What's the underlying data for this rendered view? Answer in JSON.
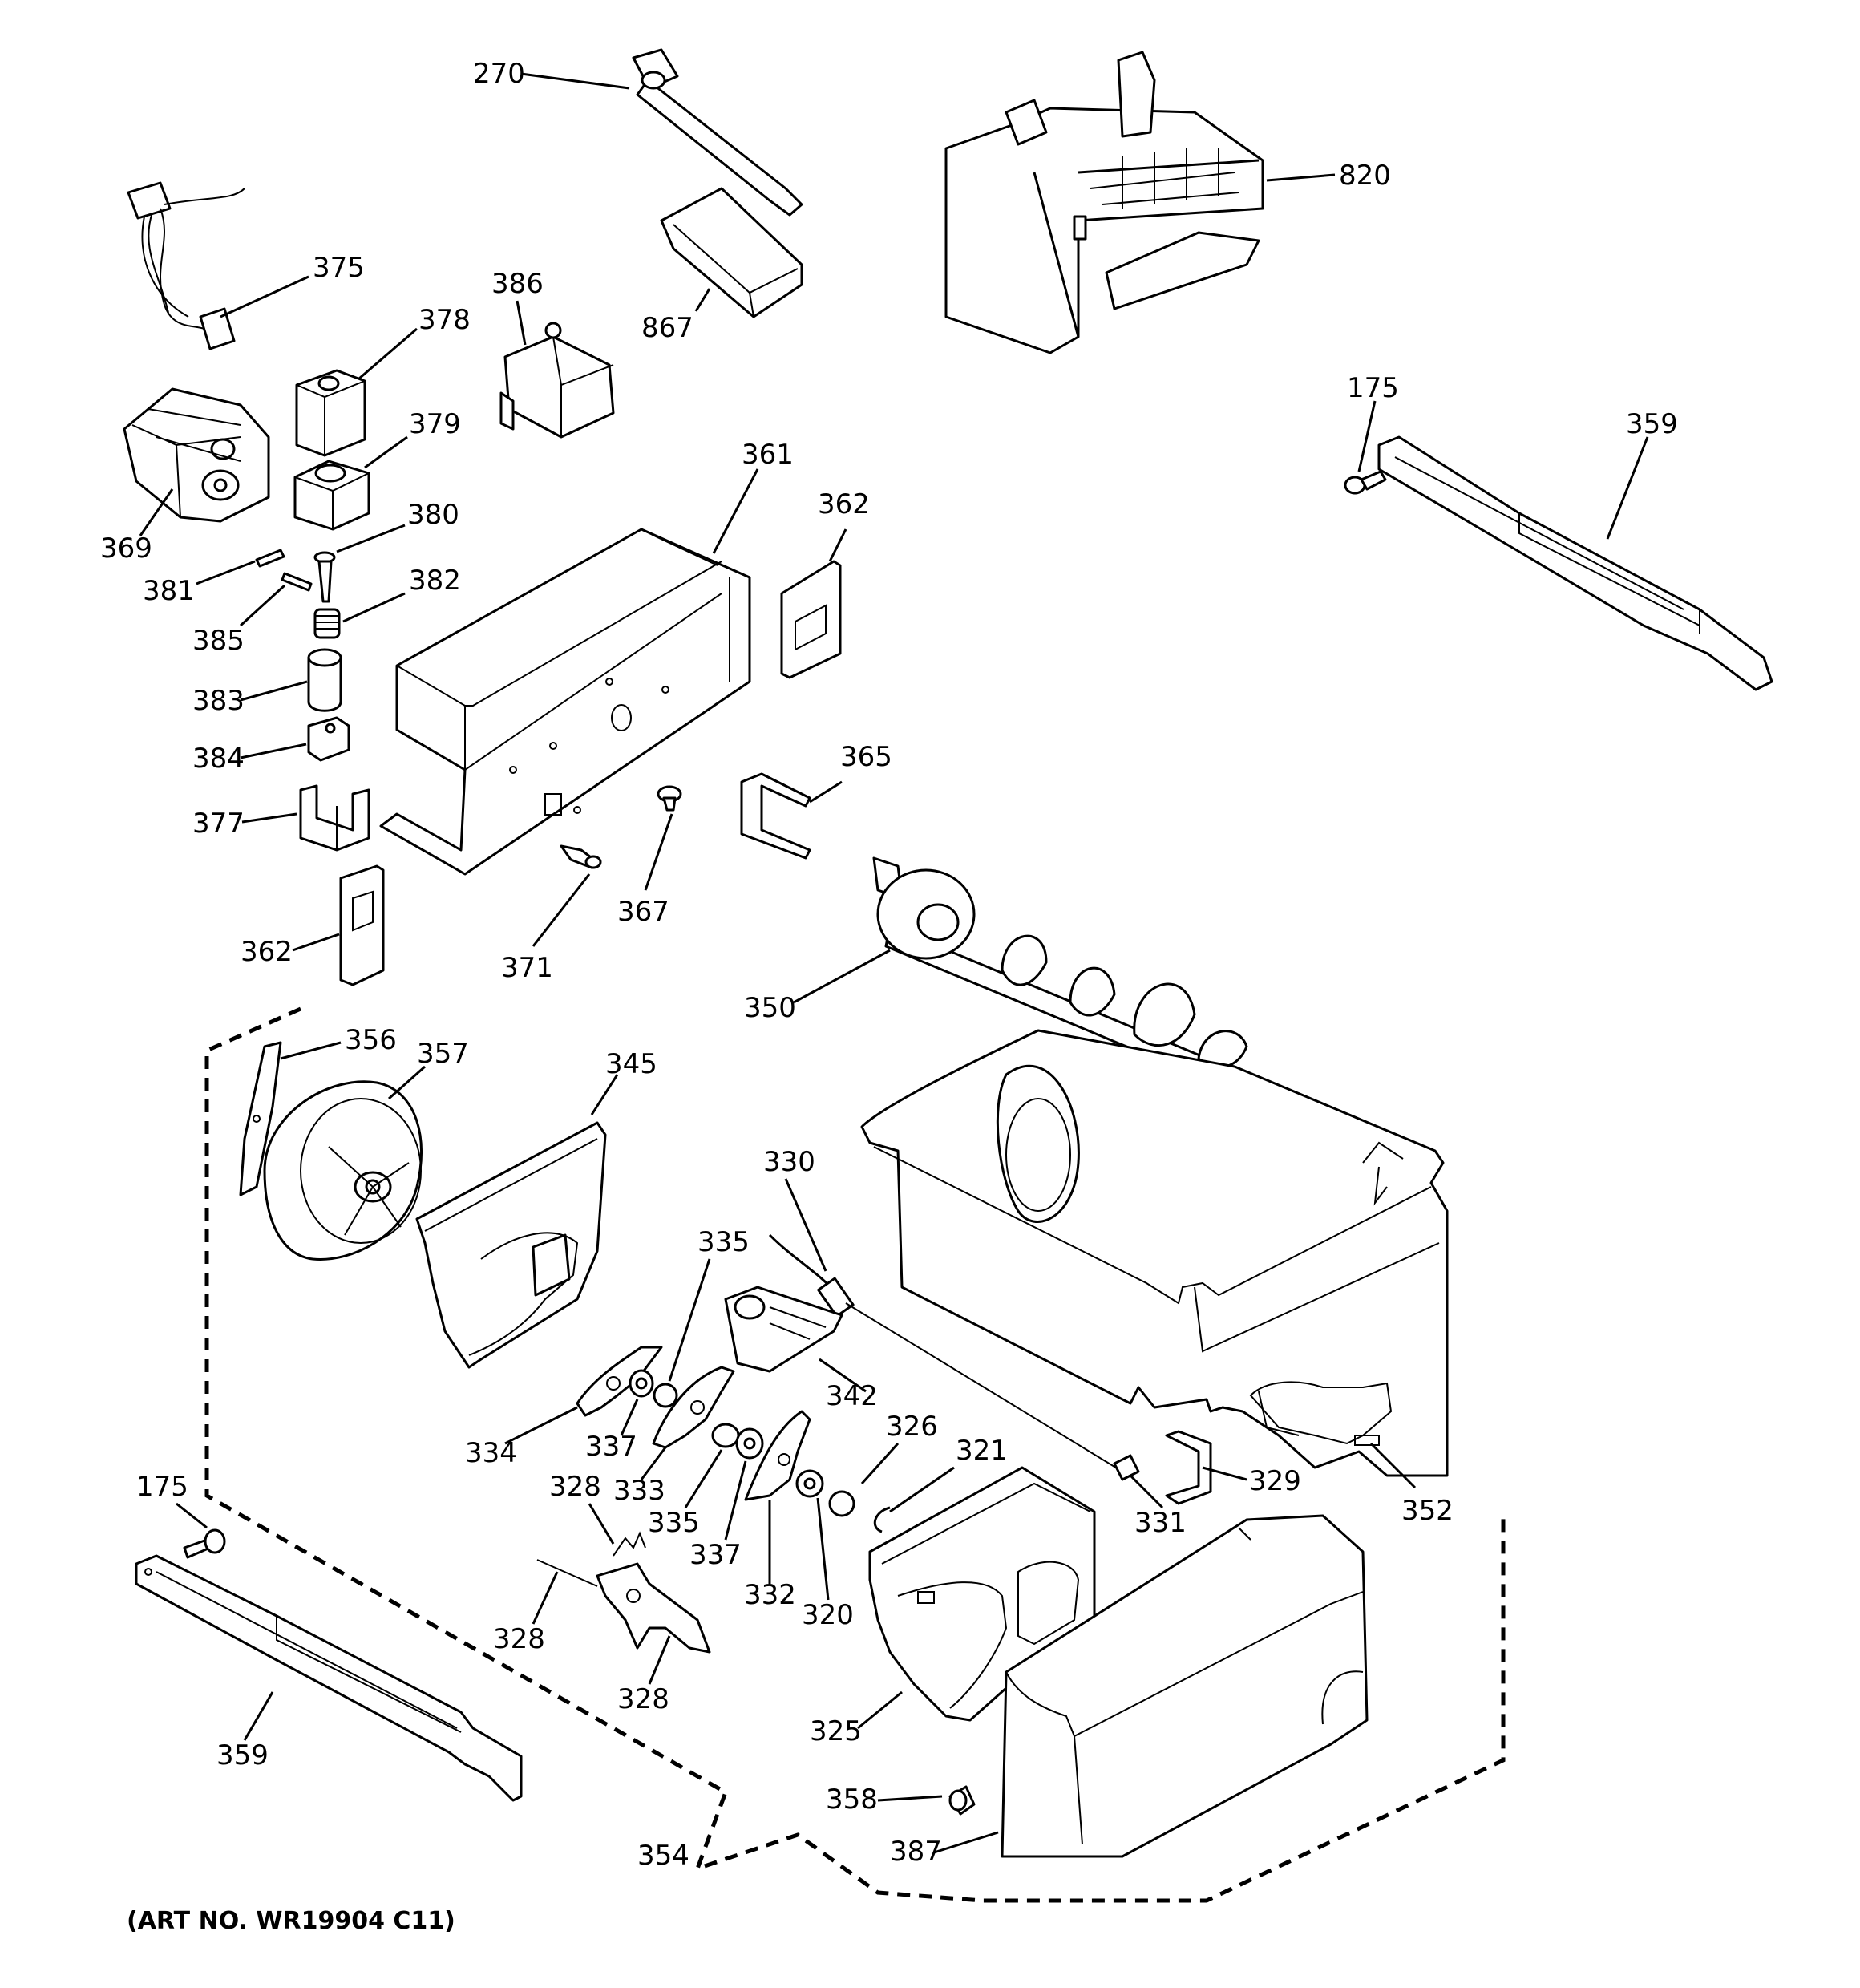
{
  "art_number": "(ART NO. WR19904 C11)",
  "labels": {
    "p270": "270",
    "p820": "820",
    "p375": "375",
    "p386": "386",
    "p378": "378",
    "p867": "867",
    "p379": "379",
    "p175_top": "175",
    "p359_top": "359",
    "p369": "369",
    "p380": "380",
    "p361": "361",
    "p362_top": "362",
    "p381": "381",
    "p382": "382",
    "p385": "385",
    "p383": "383",
    "p384": "384",
    "p365": "365",
    "p377": "377",
    "p367": "367",
    "p362_bottom": "362",
    "p371": "371",
    "p350": "350",
    "p356": "356",
    "p357": "357",
    "p345": "345",
    "p330": "330",
    "p335_a": "335",
    "p342": "342",
    "p334": "334",
    "p337_a": "337",
    "p326": "326",
    "p321": "321",
    "p333": "333",
    "p328_a": "328",
    "p329": "329",
    "p175_bottom": "175",
    "p335_b": "335",
    "p337_b": "337",
    "p331": "331",
    "p352": "352",
    "p332": "332",
    "p328_b": "328",
    "p320": "320",
    "p328_c": "328",
    "p325": "325",
    "p359_bottom": "359",
    "p358": "358",
    "p354": "354",
    "p387": "387"
  }
}
